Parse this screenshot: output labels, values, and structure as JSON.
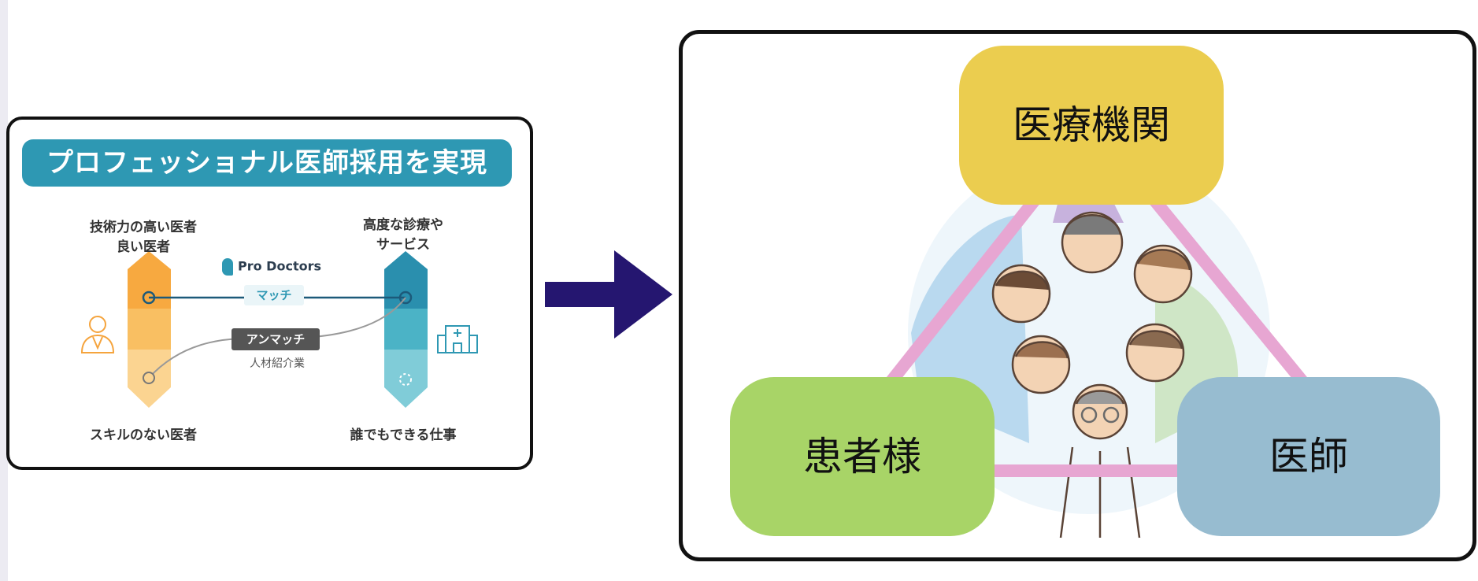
{
  "left_panel": {
    "banner": "プロフェッショナル医師採用を実現",
    "top_left_line1": "技術力の高い医者",
    "top_left_line2": "良い医者",
    "top_right_line1": "高度な診療や",
    "top_right_line2": "サービス",
    "bottom_left": "スキルのない医者",
    "bottom_right": "誰でもできる仕事",
    "brand": "Pro Doctors",
    "match": "マッチ",
    "unmatch": "アンマッチ",
    "agency": "人材紹介業",
    "colors": {
      "banner": "#2e98b3",
      "orange": "#f5a43d",
      "teal": "#2e98b3"
    }
  },
  "right_panel": {
    "top_box": "医療機関",
    "left_box": "患者様",
    "right_box": "医師",
    "colors": {
      "top": "#ebcd4f",
      "left": "#a8d467",
      "right": "#97bcd0",
      "triangle": "#e7a6d2"
    }
  },
  "arrow": {
    "color": "#251670"
  }
}
